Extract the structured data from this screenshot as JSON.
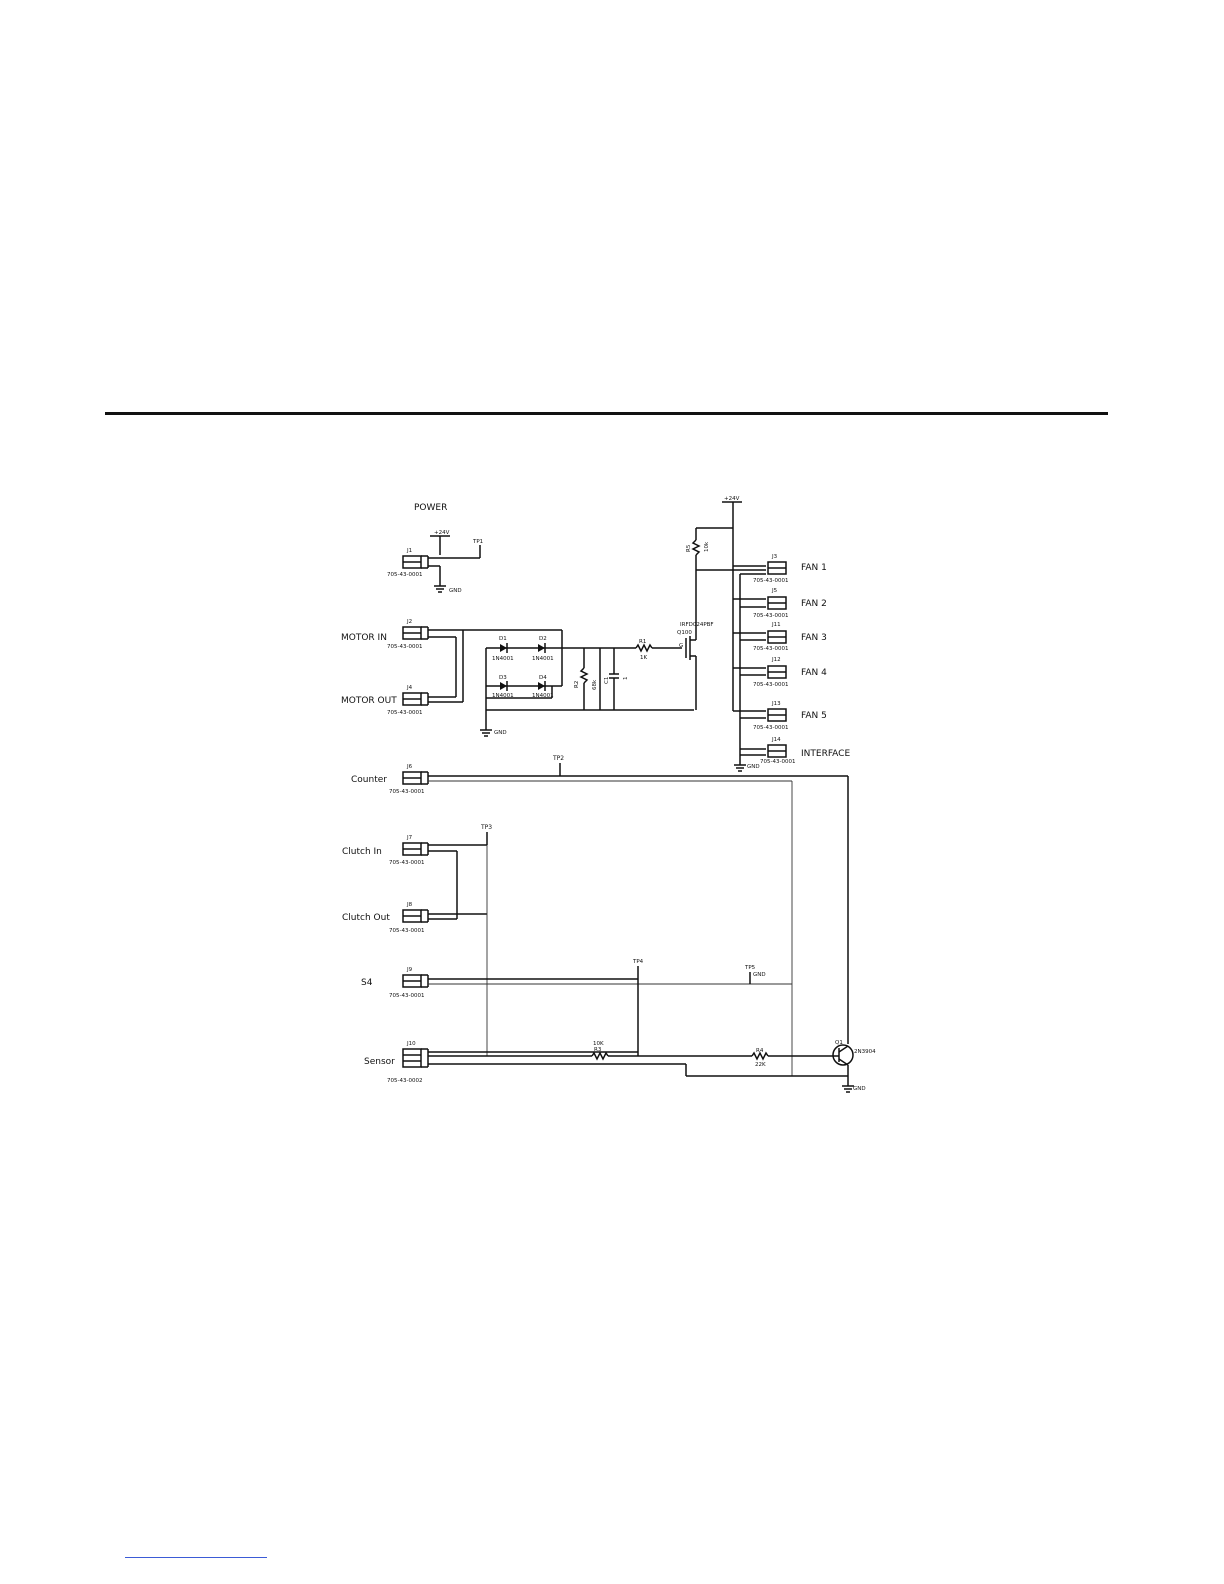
{
  "schematic": {
    "power_label": "POWER",
    "plus24_a": "+24V",
    "plus24_b": "+24V",
    "gnd": "GND",
    "tp1": "TP1",
    "tp2": "TP2",
    "tp3": "TP3",
    "tp4": "TP4",
    "tp5": "TP5",
    "tp5_gnd": "GND",
    "connectors": {
      "j1": {
        "ref": "J1",
        "part": "705-43-0001"
      },
      "j2": {
        "ref": "J2",
        "part": "705-43-0001",
        "name": "MOTOR IN"
      },
      "j4": {
        "ref": "J4",
        "part": "705-43-0001",
        "name": "MOTOR OUT"
      },
      "j3": {
        "ref": "J3",
        "part": "705-43-0001",
        "name": "FAN 1"
      },
      "j5": {
        "ref": "J5",
        "part": "705-43-0001",
        "name": "FAN 2"
      },
      "j11": {
        "ref": "J11",
        "part": "705-43-0001",
        "name": "FAN 3"
      },
      "j12": {
        "ref": "J12",
        "part": "705-43-0001",
        "name": "FAN 4"
      },
      "j13": {
        "ref": "J13",
        "part": "705-43-0001",
        "name": "FAN 5"
      },
      "j14": {
        "ref": "J14",
        "part": "705-43-0001",
        "name": "INTERFACE"
      },
      "j6": {
        "ref": "J6",
        "part": "705-43-0001",
        "name": "Counter"
      },
      "j7": {
        "ref": "J7",
        "part": "705-43-0001",
        "name": "Clutch In"
      },
      "j8": {
        "ref": "J8",
        "part": "705-43-0001",
        "name": "Clutch Out"
      },
      "j9": {
        "ref": "J9",
        "part": "705-43-0001",
        "name": "S4"
      },
      "j10": {
        "ref": "J10",
        "part": "705-43-0002",
        "name": "Sensor"
      }
    },
    "diodes": {
      "d1": {
        "ref": "D1",
        "part": "1N4001"
      },
      "d2": {
        "ref": "D2",
        "part": "1N4001"
      },
      "d3": {
        "ref": "D3",
        "part": "1N4001"
      },
      "d4": {
        "ref": "D4",
        "part": "1N4001"
      }
    },
    "r1": {
      "ref": "R1",
      "value": "1K"
    },
    "r2": {
      "ref": "R2",
      "value": "68k"
    },
    "r3": {
      "ref": "R3",
      "value": "10K"
    },
    "r4": {
      "ref": "R4",
      "value": "22K"
    },
    "r5": {
      "ref": "R5",
      "value": "10k"
    },
    "c1": {
      "ref": "C1",
      "value": "1"
    },
    "q100": {
      "ref": "Q100",
      "part": "IRFD024PBF",
      "gate": "G"
    },
    "q1": {
      "ref": "Q1",
      "part": "2N3904"
    }
  }
}
